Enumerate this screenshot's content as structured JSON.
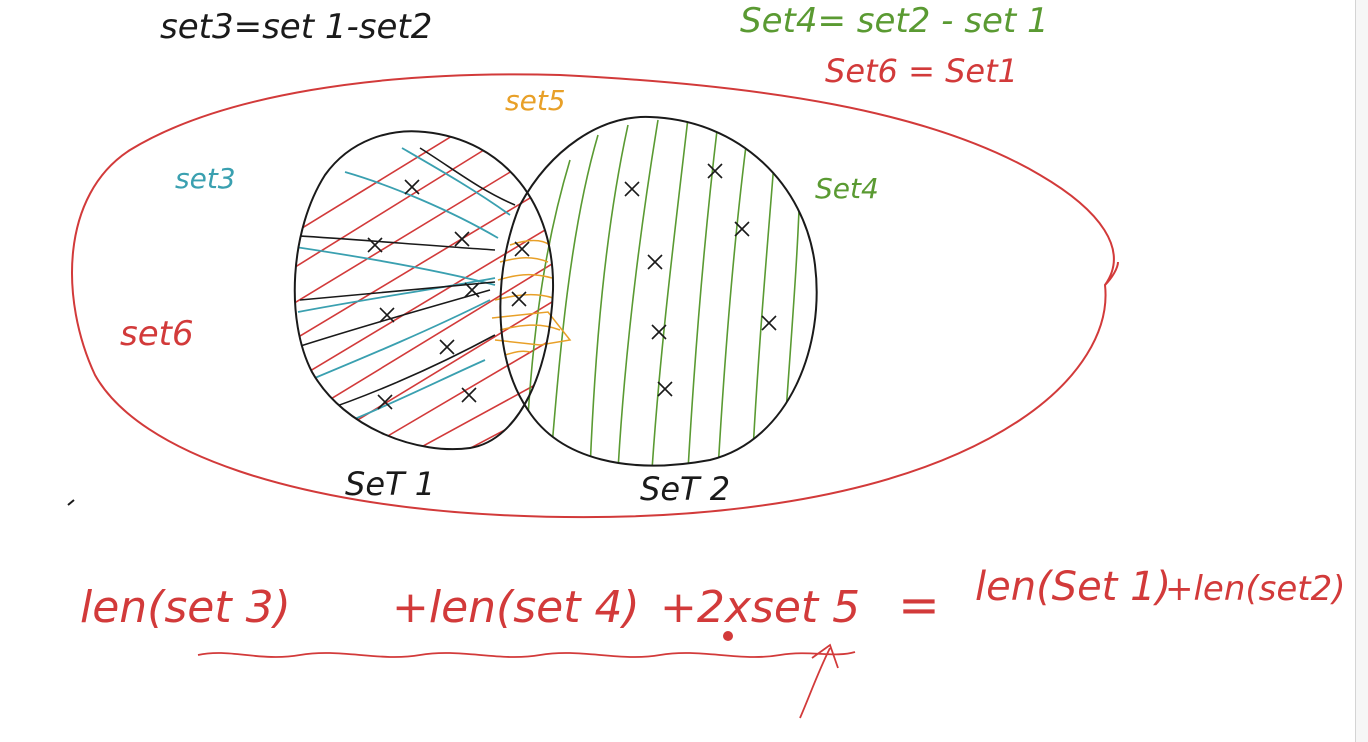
{
  "colors": {
    "black": "#1a1a1a",
    "red": "#d23a3a",
    "green": "#5a9a32",
    "blue": "#3aa0b0",
    "orange": "#e8a028"
  },
  "annotations": {
    "def_set3": "set3=set 1-set2",
    "def_set4": "Set4=  set2 - set 1",
    "def_set6": "Set6 = Set1",
    "label_set5": "set5",
    "label_set3": "set3",
    "label_set4": "Set4",
    "label_set6": "set6",
    "label_set1": "SeT 1",
    "label_set2": "SeT 2"
  },
  "formula": {
    "p1": "len(set 3)",
    "p2": "+len(set 4)",
    "p3": "+2xset 5",
    "p4": "=",
    "p5": "len(Set 1)",
    "p6": "+len(set2)"
  }
}
